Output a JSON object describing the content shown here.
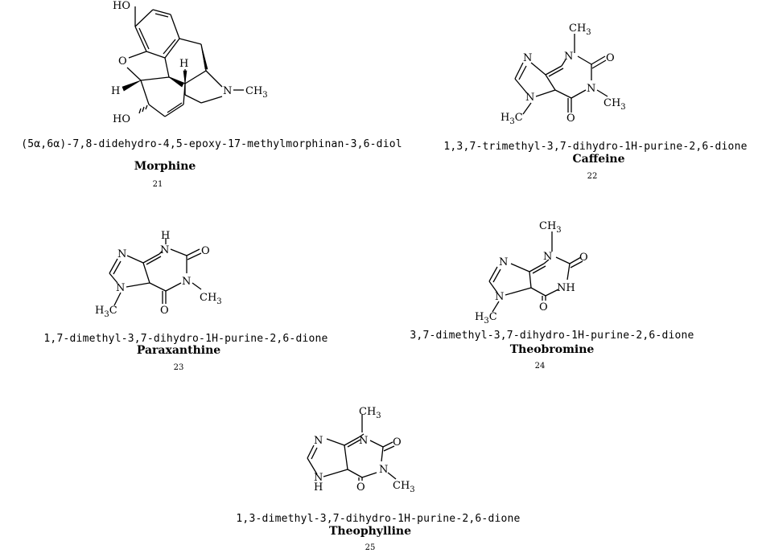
{
  "compounds": [
    {
      "id": "morphine",
      "iupac": "(5α,6α)-7,8-didehydro-4,5-epoxy-17-methylmorphinan-3,6-diol",
      "name": "Morphine",
      "number": "21",
      "atom_labels": {
        "oh_top": "HO",
        "o_ring": "O",
        "h_left": "H",
        "h_right": "H",
        "n": "N",
        "n_methyl": "CH",
        "n_methyl_sub": "3",
        "oh_bottom": "HO"
      }
    },
    {
      "id": "caffeine",
      "iupac": "1,3,7-trimethyl-3,7-dihydro-1H-purine-2,6-dione",
      "name": "Caffeine",
      "number": "22",
      "atom_labels": {
        "n3": "N",
        "n3_methyl": "CH",
        "n3_methyl_sub": "3",
        "o2": "O",
        "n1": "N",
        "n1_methyl": "CH",
        "n1_methyl_sub": "3",
        "o6": "O",
        "n9": "N",
        "n7": "N",
        "n7_methyl": "H",
        "n7_methyl_sub": "3",
        "n7_methyl_c": "C"
      }
    },
    {
      "id": "paraxanthine",
      "iupac": "1,7-dimethyl-3,7-dihydro-1H-purine-2,6-dione",
      "name": "Paraxanthine",
      "number": "23",
      "atom_labels": {
        "n3": "N",
        "n3_h": "H",
        "o2": "O",
        "n1": "N",
        "n1_methyl": "CH",
        "n1_methyl_sub": "3",
        "o6": "O",
        "n9": "N",
        "n7": "N",
        "n7_methyl": "H",
        "n7_methyl_sub": "3",
        "n7_methyl_c": "C"
      }
    },
    {
      "id": "theobromine",
      "iupac": "3,7-dimethyl-3,7-dihydro-1H-purine-2,6-dione",
      "name": "Theobromine",
      "number": "24",
      "atom_labels": {
        "n3": "N",
        "n3_methyl": "CH",
        "n3_methyl_sub": "3",
        "o2": "O",
        "n1h": "NH",
        "o6": "O",
        "n9": "N",
        "n7": "N",
        "n7_methyl": "H",
        "n7_methyl_sub": "3",
        "n7_methyl_c": "C"
      }
    },
    {
      "id": "theophylline",
      "iupac": "1,3-dimethyl-3,7-dihydro-1H-purine-2,6-dione",
      "name": "Theophylline",
      "number": "25",
      "atom_labels": {
        "n3": "N",
        "n3_methyl": "CH",
        "n3_methyl_sub": "3",
        "o2": "O",
        "n1": "N",
        "n1_methyl": "CH",
        "n1_methyl_sub": "3",
        "o6": "O",
        "n9": "N",
        "n7": "N",
        "n7_h": "H"
      }
    }
  ]
}
